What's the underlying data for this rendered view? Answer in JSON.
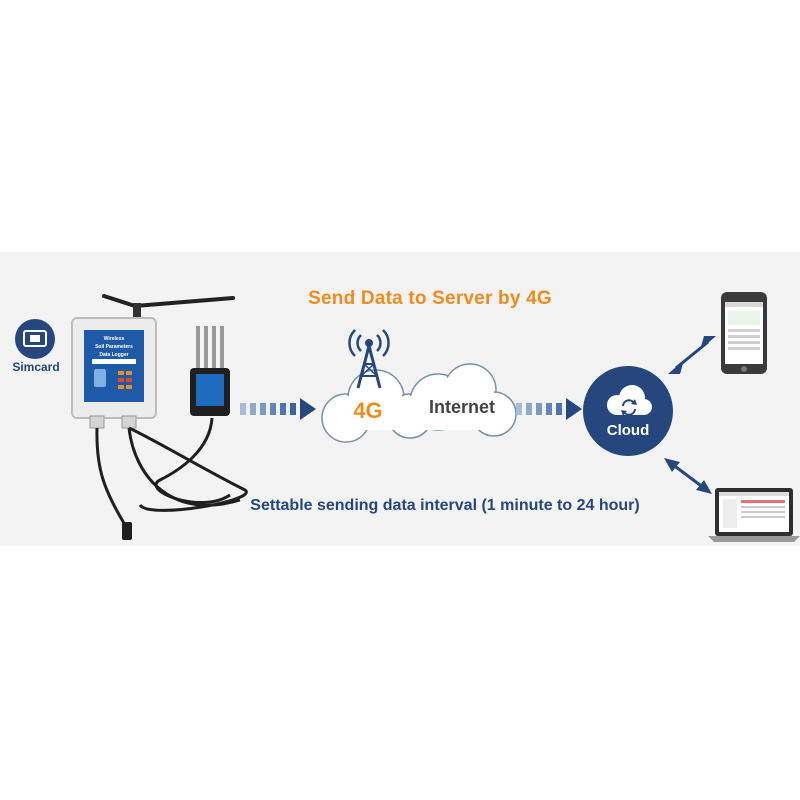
{
  "title": "Send Data to Server by 4G",
  "subtitle": "Settable sending data interval (1 minute to 24 hour)",
  "simcard_label": "Simcard",
  "network_label": "4G",
  "internet_label": "Internet",
  "cloud_label": "Cloud",
  "device": {
    "line1": "Wireless",
    "line2": "Soil Parameters",
    "line3": "Data Logger"
  },
  "colors": {
    "accent_orange": "#f08c1e",
    "primary_blue": "#25477d",
    "band_background": "#f3f3f3"
  },
  "icons": [
    "simcard-icon",
    "antenna-icon",
    "cell-tower-icon",
    "cloud-sync-icon",
    "smartphone-icon",
    "laptop-icon"
  ]
}
